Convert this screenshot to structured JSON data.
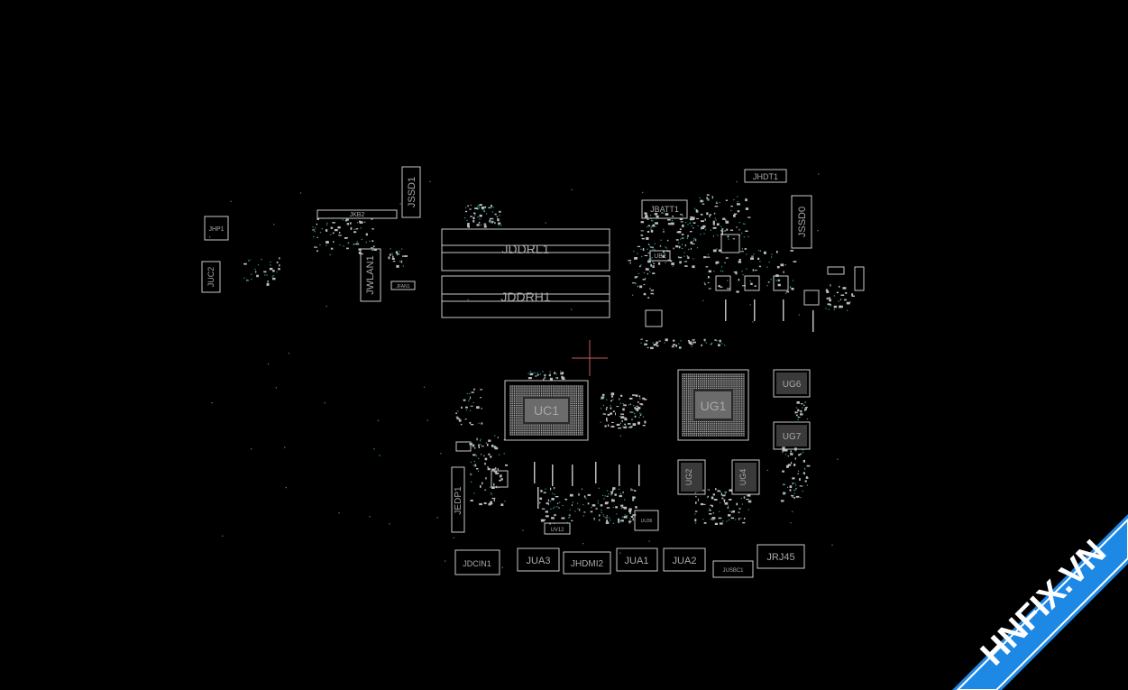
{
  "board": {
    "components": {
      "jhp1": "JHP1",
      "juc2": "JUC2",
      "jkb2": "JKB2",
      "jwlan1": "JWLAN1",
      "jfan1": "JFAN1",
      "jssd1": "JSSD1",
      "jddrl1": "JDDRL1",
      "jddrh1": "JDDRH1",
      "jbatt1": "JBATT1",
      "ub2": "UB2",
      "jhdt1": "JHDT1",
      "jssd0": "JSSD0",
      "uc1": "UC1",
      "ug1": "UG1",
      "ug6": "UG6",
      "ug7": "UG7",
      "ug2": "UG2",
      "ug4": "UG4",
      "jedp1": "JEDP1",
      "uv12": "UV12",
      "uu36": "UU36",
      "jdcin1": "JDCIN1",
      "jua3": "JUA3",
      "jhdmi2": "JHDMI2",
      "jua1": "JUA1",
      "jua2": "JUA2",
      "jusbc1": "JUSBC1",
      "jrj45": "JRJ45"
    }
  },
  "watermark": {
    "text": "HNFIX.VN",
    "bg_color": "#1e88e5",
    "text_color": "#ffffff",
    "accent_color": "#e53935"
  }
}
